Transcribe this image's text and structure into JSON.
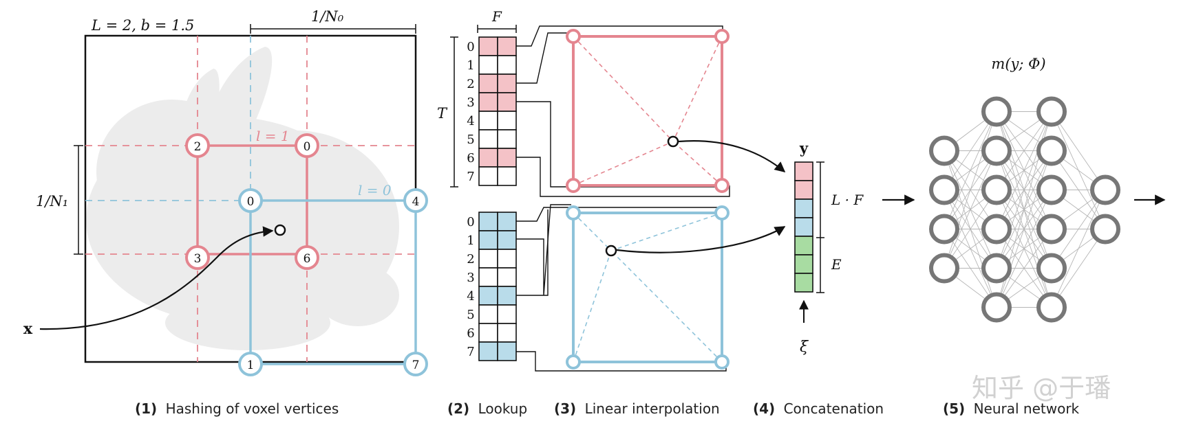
{
  "colors": {
    "red": "#e4858f",
    "red_fill": "#f4c2c7",
    "blue": "#8ec3da",
    "blue_fill": "#b9dcea",
    "green_fill": "#a8dca2",
    "grey": "#777777",
    "black": "#111111"
  },
  "panel1": {
    "params_label": "L = 2,   b = 1.5",
    "n0_label": "1/N₀",
    "n1_label": "1/N₁",
    "level1_label": "l = 1",
    "level0_label": "l = 0",
    "red_vertices": [
      "2",
      "0",
      "3",
      "6"
    ],
    "blue_vertices": [
      "0",
      "4",
      "1",
      "7"
    ],
    "input_label": "x",
    "caption_num": "(1)",
    "caption": "Hashing of voxel vertices"
  },
  "panel2": {
    "f_label": "F",
    "t_label": "T",
    "row_indices": [
      "0",
      "1",
      "2",
      "3",
      "4",
      "5",
      "6",
      "7"
    ],
    "red_table_highlight": [
      0,
      2,
      3,
      6
    ],
    "blue_table_highlight": [
      0,
      1,
      4,
      7
    ],
    "caption_num": "(2)",
    "caption": "Lookup"
  },
  "panel3": {
    "caption_num": "(3)",
    "caption": "Linear interpolation"
  },
  "panel4": {
    "y_label": "y",
    "lf_label": "L · F",
    "e_label": "E",
    "xi_label": "ξ",
    "cells": [
      "red",
      "red",
      "blue",
      "blue",
      "green",
      "green",
      "green"
    ],
    "caption_num": "(4)",
    "caption": "Concatenation"
  },
  "panel5": {
    "m_label": "m(y; Φ)",
    "layers": [
      4,
      6,
      6,
      2
    ],
    "caption_num": "(5)",
    "caption": "Neural network"
  },
  "watermark": "知乎 @于璠"
}
